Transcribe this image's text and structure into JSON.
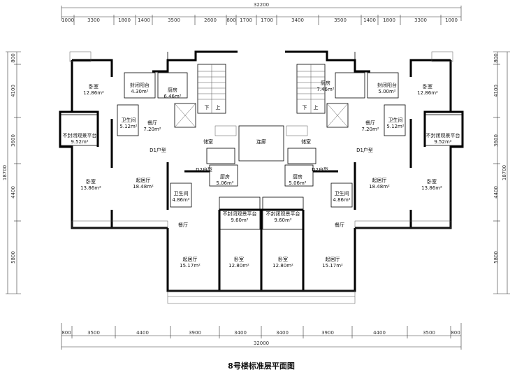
{
  "title": "8号楼标准层平面图",
  "dims": {
    "top_total": "32200",
    "top": [
      "1000",
      "3300",
      "1800",
      "1400",
      "3500",
      "2600",
      "800",
      "1700",
      "1700",
      "3400",
      "3500",
      "1400",
      "1800",
      "3300",
      "1000"
    ],
    "bottom_total": "32000",
    "bottom": [
      "800",
      "3500",
      "4400",
      "3900",
      "3400",
      "3400",
      "3900",
      "4400",
      "3500",
      "800"
    ],
    "left_total": "18700",
    "left": [
      "800",
      "4100",
      "3600",
      "4400",
      "5800"
    ],
    "right_total": "18700",
    "right": [
      "800",
      "4100",
      "3600",
      "4400",
      "5800"
    ]
  },
  "rooms": {
    "bed_tl_name": "卧室",
    "bed_tl_area": "12.86m²",
    "sealed_balcony_l_name": "封闭阳台",
    "sealed_balcony_l_area": "4.30m²",
    "kitchen_l1_name": "厨房",
    "kitchen_l1_area": "6.46m²",
    "bath_l1_name": "卫生间",
    "bath_l1_area": "5.12m²",
    "dining_l1_name": "餐厅",
    "dining_l1_area": "7.20m²",
    "terrace_l_name": "不封闭观景平台",
    "terrace_l_area": "9.52m²",
    "unit_d1_l": "D1户型",
    "bed_ml_name": "卧室",
    "bed_ml_area": "13.86m²",
    "living_l1_name": "起居厅",
    "living_l1_area": "18.48m²",
    "storage_l": "储室",
    "kitchen_l2_name": "厨房",
    "kitchen_l2_area": "5.06m²",
    "unit_d2_l": "D2户型",
    "bath_l2_name": "卫生间",
    "bath_l2_area": "4.86m²",
    "corridor": "连廊",
    "terrace_cl_name": "不封闭观景平台",
    "terrace_cl_area": "9.60m²",
    "terrace_cr_name": "不封闭观景平台",
    "terrace_cr_area": "9.60m²",
    "dining_l2_name": "餐厅",
    "living_l2_name": "起居厅",
    "living_l2_area": "15.17m²",
    "bed_bl_name": "卧室",
    "bed_bl_area": "12.80m²",
    "bed_br_name": "卧室",
    "bed_br_area": "12.80m²",
    "living_r2_name": "起居厅",
    "living_r2_area": "15.17m²",
    "dining_r2_name": "餐厅",
    "kitchen_r1_name": "厨房",
    "kitchen_r1_area": "7.46m²",
    "sealed_balcony_r_name": "封闭阳台",
    "sealed_balcony_r_area": "5.00m²",
    "bed_tr_name": "卧室",
    "bed_tr_area": "12.86m²",
    "dining_r1_name": "餐厅",
    "dining_r1_area": "7.20m²",
    "bath_r1_name": "卫生间",
    "bath_r1_area": "5.12m²",
    "terrace_r_name": "不封闭观景平台",
    "terrace_r_area": "9.52m²",
    "unit_d1_r": "D1户型",
    "storage_r": "储室",
    "kitchen_r2_name": "厨房",
    "kitchen_r2_area": "5.06m²",
    "unit_d2_r": "D2户型",
    "bath_r2_name": "卫生间",
    "bath_r2_area": "4.86m²",
    "living_r1_name": "起居厅",
    "living_r1_area": "18.48m²",
    "bed_mr_name": "卧室",
    "bed_mr_area": "13.86m²",
    "stair_down": "下",
    "stair_up": "上"
  }
}
